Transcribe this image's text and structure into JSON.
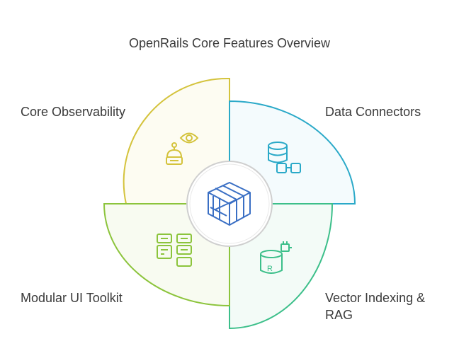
{
  "title": "OpenRails Core Features Overview",
  "quadrants": [
    {
      "id": "core-observability",
      "label": "Core Observability",
      "color": "#d4c33c",
      "icons": [
        "eye-icon",
        "robot-icon"
      ]
    },
    {
      "id": "data-connectors",
      "label": "Data Connectors",
      "color": "#2aa9c8",
      "icons": [
        "database-icon",
        "glasses-icon"
      ]
    },
    {
      "id": "vector-indexing",
      "label": "Vector Indexing & RAG",
      "color": "#3cbf8a",
      "icons": [
        "database-chip-icon"
      ]
    },
    {
      "id": "modular-ui",
      "label": "Modular UI Toolkit",
      "color": "#8cc43c",
      "icons": [
        "layout-grid-icon"
      ]
    }
  ],
  "center": {
    "icon": "cube-lattice-icon",
    "color": "#3a6fc4"
  }
}
